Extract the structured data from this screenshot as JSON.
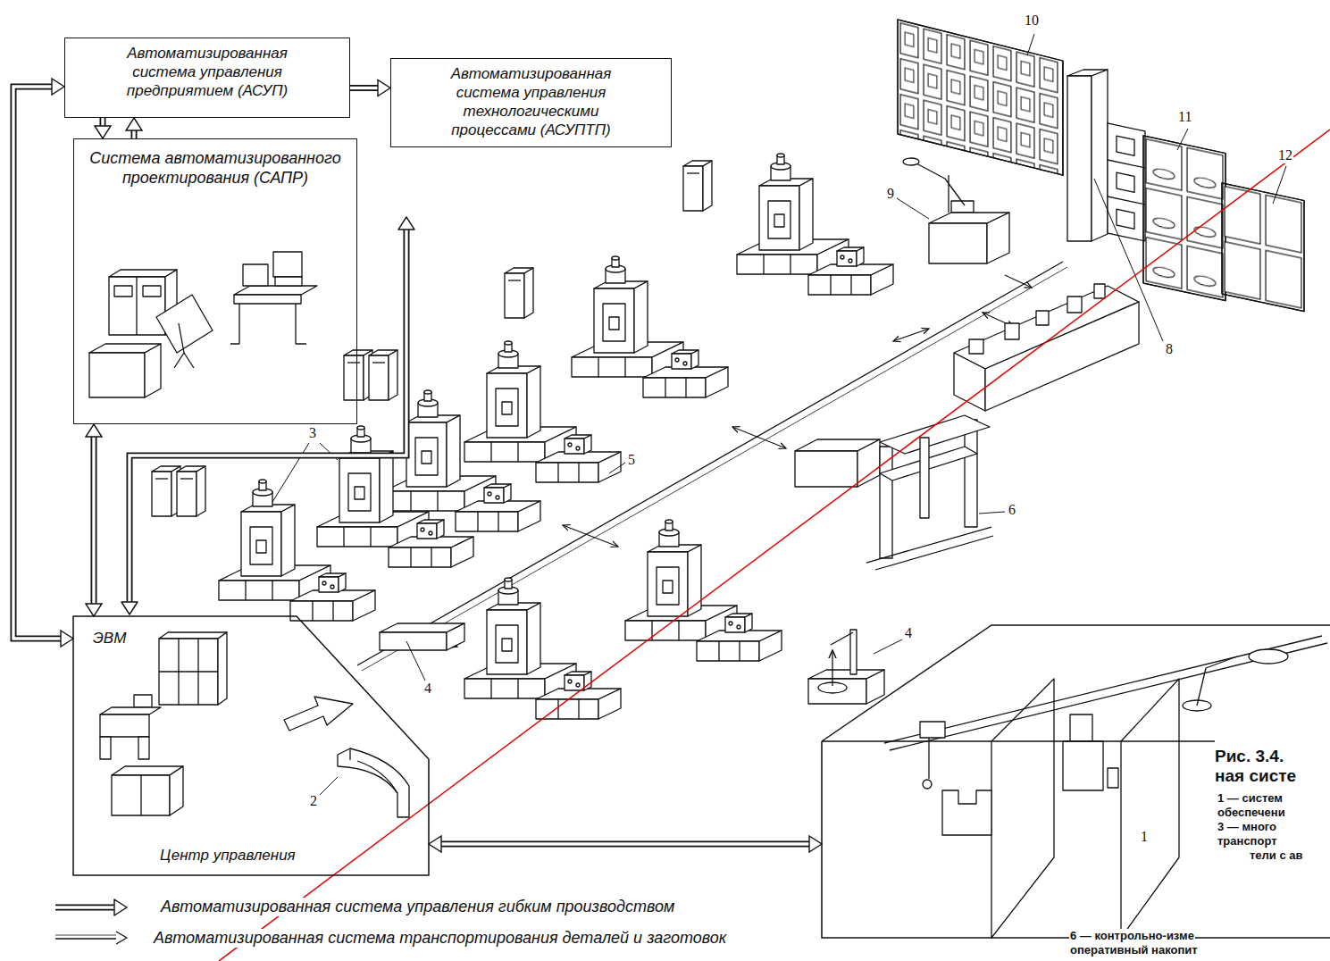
{
  "diagram": {
    "caption": "Рис. 3.4. ная систе",
    "nodes": [
      {
        "text": [
          "Автоматизированная система управления предприятием (АСУП)"
        ]
      },
      {
        "text": [
          "Автоматизированная система управления технологическими процессами (АСУПТП)"
        ]
      },
      {
        "text": [
          "Система автоматизированного проектирования (САПР)"
        ]
      },
      {
        "text": [
          "ЭВМ",
          "Центр управления"
        ]
      },
      {
        "text": [
          "1"
        ]
      }
    ],
    "edges": [
      {
        "from": 0,
        "to": 1,
        "arrow": "to"
      },
      {
        "from": 0,
        "to": 2,
        "arrow": "to"
      },
      {
        "from": 2,
        "to": 0,
        "arrow": "to"
      },
      {
        "from": 0,
        "to": 3,
        "arrow": "both"
      },
      {
        "from": 2,
        "to": 3,
        "arrow": "both"
      },
      {
        "from": 3,
        "to": 4,
        "arrow": "both"
      }
    ],
    "labels": [
      "10",
      "11",
      "12",
      "9",
      "8",
      "3",
      "5",
      "6",
      "4",
      "4",
      "2",
      "1 — систем",
      "обеспечени",
      "3 — много",
      "транспорт",
      "тели с ав",
      "6 — контрольно-изме",
      "оперативный накопит"
    ],
    "legend": [
      {
        "text": "Автоматизированная система управления гибким производством"
      },
      {
        "text": "Автоматизированная система транспортирования деталей и заготовок"
      }
    ]
  }
}
